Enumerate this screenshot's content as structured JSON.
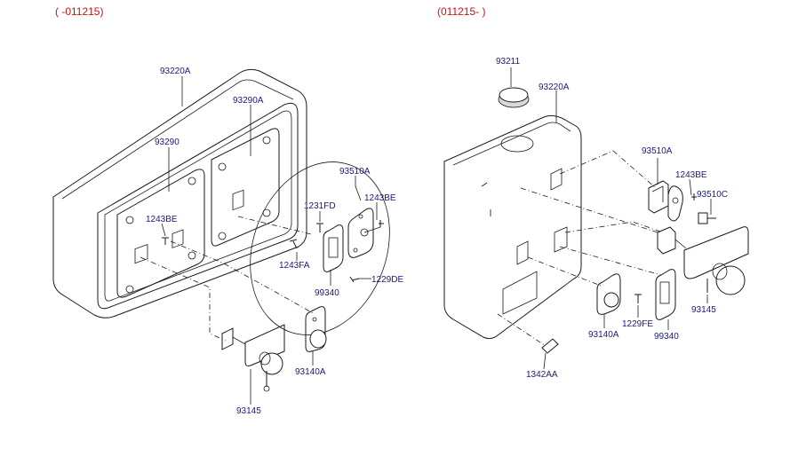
{
  "headers": {
    "left": "( -011215)",
    "right": "(011215- )"
  },
  "left_labels": {
    "l93220a": "93220A",
    "l93290a": "93290A",
    "l93290": "93290",
    "l93510a": "93510A",
    "l1243be_a": "1243BE",
    "l1231fd": "1231FD",
    "l1243be_b": "1243BE",
    "l1243fa": "1243FA",
    "l99340": "99340",
    "l1229de": "1229DE",
    "l93140a": "93140A",
    "l93145": "93145"
  },
  "right_labels": {
    "r93211": "93211",
    "r93220a": "93220A",
    "r93510a": "93510A",
    "r1243be": "1243BE",
    "r93510c": "93510C",
    "r93145": "93145",
    "r1229fe": "1229FE",
    "r93140a": "93140A",
    "r99340": "99340",
    "r1342aa": "1342AA"
  }
}
